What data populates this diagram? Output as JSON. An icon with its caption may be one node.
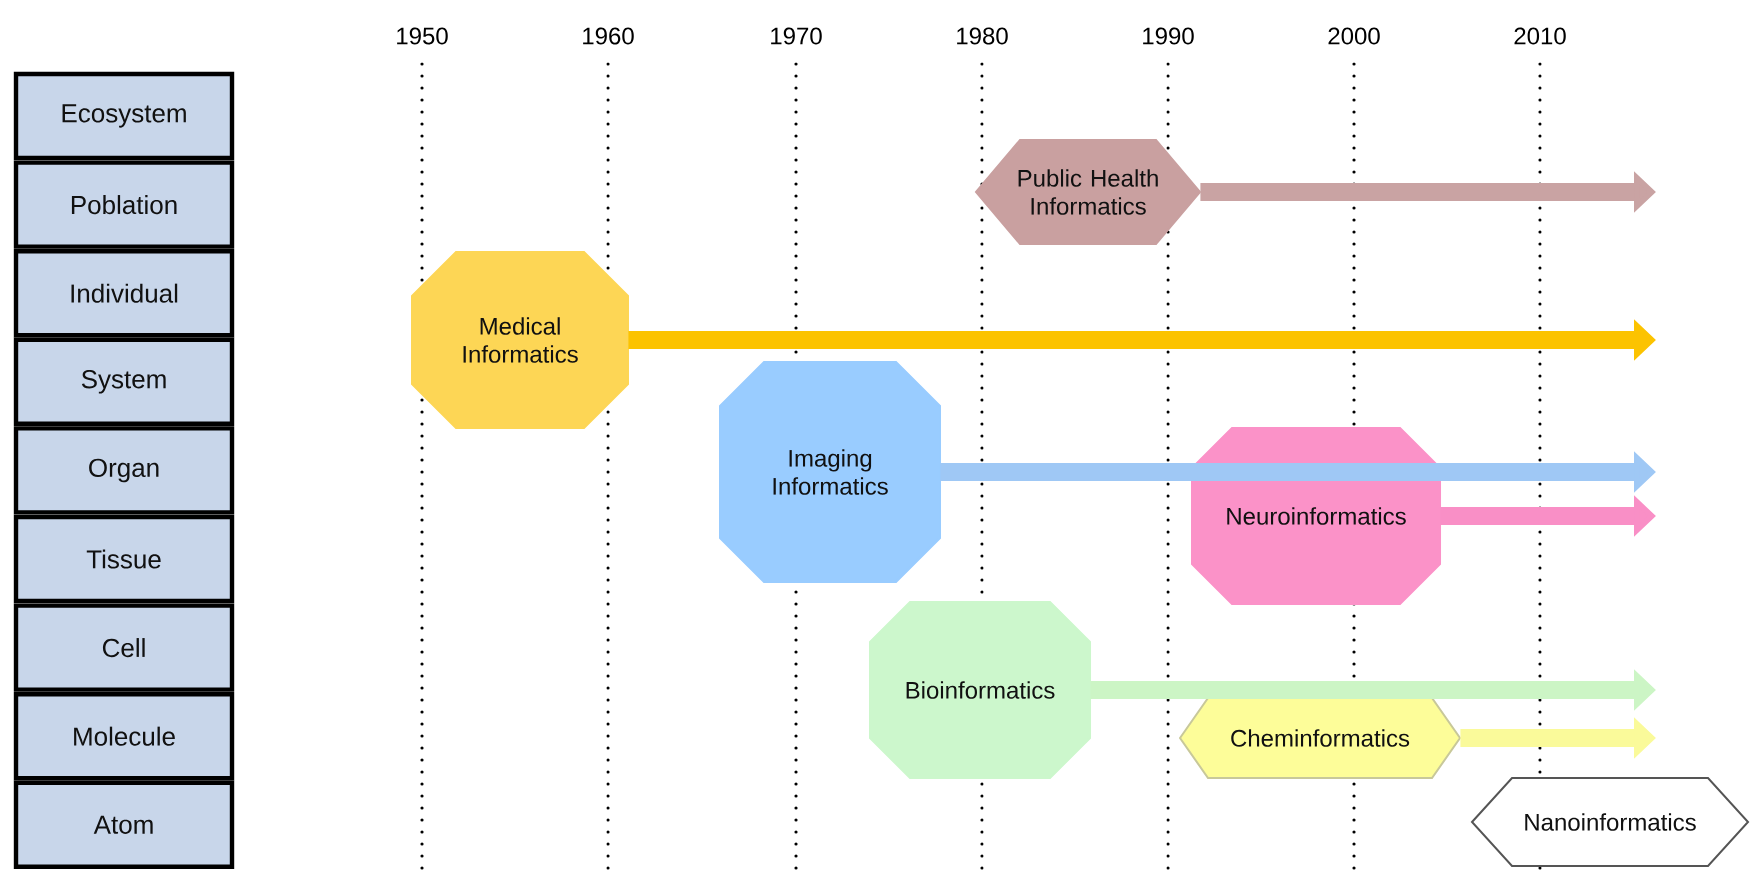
{
  "diagram": {
    "nodes": [
      {
        "text": [
          "Ecosystem"
        ]
      },
      {
        "text": [
          "Poblation"
        ]
      },
      {
        "text": [
          "Individual"
        ]
      },
      {
        "text": [
          "System"
        ]
      },
      {
        "text": [
          "Organ"
        ]
      },
      {
        "text": [
          "Tissue"
        ]
      },
      {
        "text": [
          "Cell"
        ]
      },
      {
        "text": [
          "Molecule"
        ]
      },
      {
        "text": [
          "Atom"
        ]
      },
      {
        "text": [
          "Public Health Informatics"
        ]
      },
      {
        "text": [
          "Medical Informatics"
        ]
      },
      {
        "text": [
          "Imaging Informatics"
        ]
      },
      {
        "text": [
          "Neuroinformatics"
        ]
      },
      {
        "text": [
          "Bioinformatics"
        ]
      },
      {
        "text": [
          "Cheminformatics"
        ]
      },
      {
        "text": [
          "Nanoinformatics"
        ]
      }
    ],
    "edges": [
      {
        "from": 9,
        "to": null,
        "arrow": "to",
        "color": "#c9a3a3"
      },
      {
        "from": 10,
        "to": null,
        "arrow": "to",
        "color": "#fcc300"
      },
      {
        "from": 11,
        "to": null,
        "arrow": "to",
        "color": "#9fc8f5"
      },
      {
        "from": 12,
        "to": null,
        "arrow": "to",
        "color": "#f98fc6"
      },
      {
        "from": 13,
        "to": null,
        "arrow": "to",
        "color": "#ccf5c5"
      },
      {
        "from": 14,
        "to": null,
        "arrow": "to",
        "color": "#fafa9a"
      }
    ],
    "labels": [
      "1950",
      "1960",
      "1970",
      "1980",
      "1990",
      "2000",
      "2010"
    ]
  }
}
